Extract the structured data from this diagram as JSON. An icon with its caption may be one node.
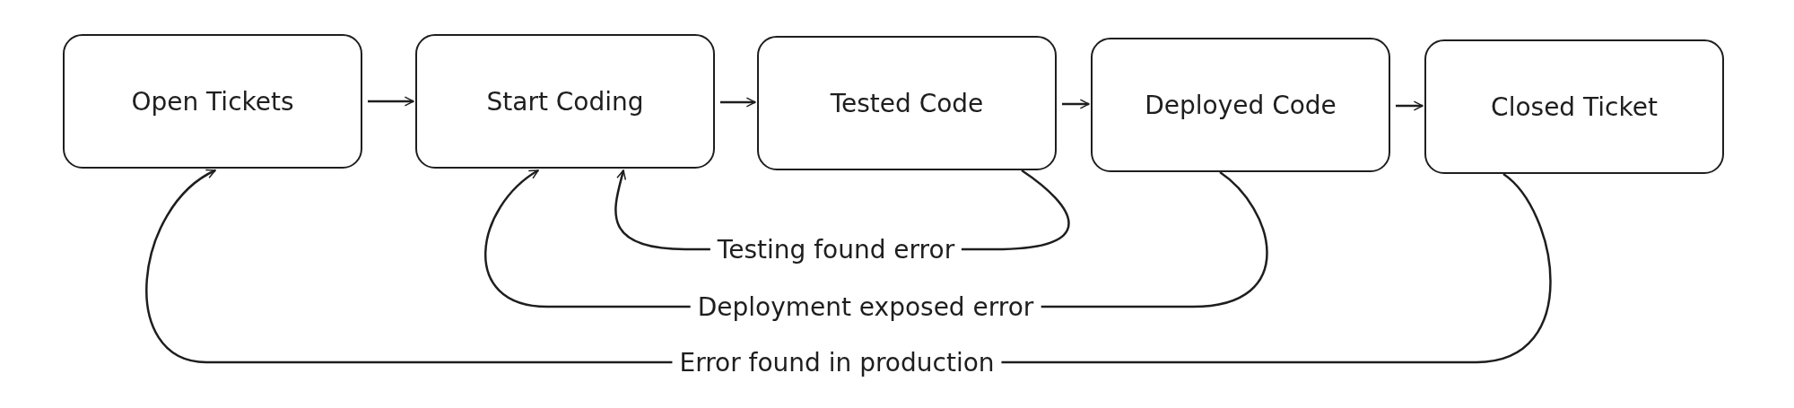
{
  "diagram": {
    "nodes": [
      {
        "text": [
          "Open Tickets"
        ]
      },
      {
        "text": [
          "Start Coding"
        ]
      },
      {
        "text": [
          "Tested Code"
        ]
      },
      {
        "text": [
          "Deployed Code"
        ]
      },
      {
        "text": [
          "Closed Ticket"
        ]
      }
    ],
    "edges": [
      {
        "from": 0,
        "to": 1,
        "arrow": "to"
      },
      {
        "from": 1,
        "to": 2,
        "arrow": "to"
      },
      {
        "from": 2,
        "to": 3,
        "arrow": "to"
      },
      {
        "from": 3,
        "to": 4,
        "arrow": "to"
      },
      {
        "from": 2,
        "to": 1,
        "arrow": "to",
        "label": "Testing found error"
      },
      {
        "from": 3,
        "to": 1,
        "arrow": "to",
        "label": "Deployment exposed error"
      },
      {
        "from": 4,
        "to": 0,
        "arrow": "to",
        "label": "Error found in production"
      }
    ]
  }
}
